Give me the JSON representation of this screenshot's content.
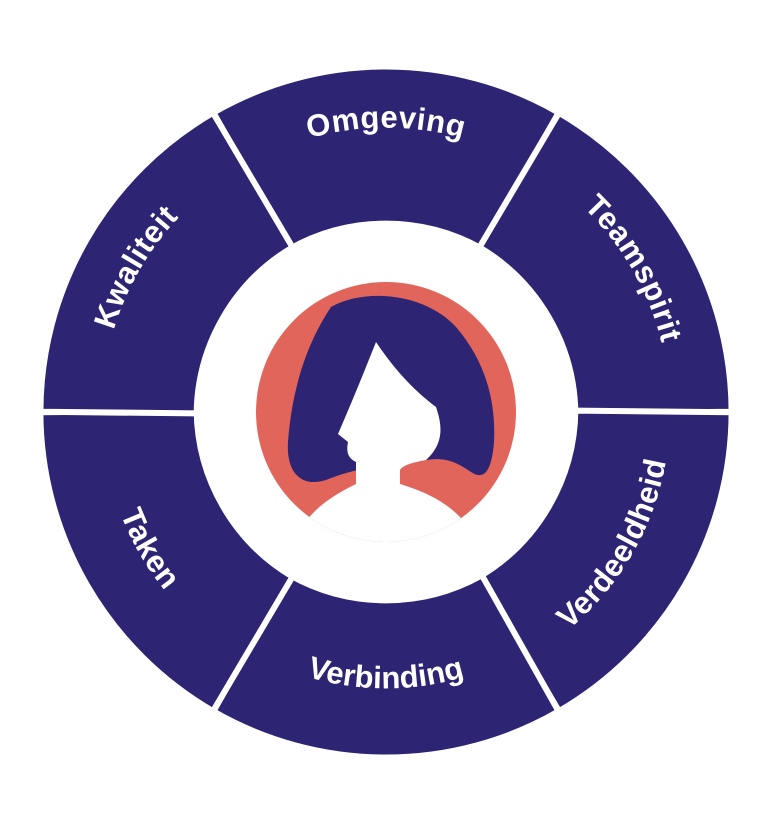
{
  "colors": {
    "segment_fill": "#2d2474",
    "center_circle": "#e2655b",
    "silhouette_hair": "#2d2474",
    "silhouette_face": "#ffffff",
    "background": "#ffffff"
  },
  "center_icon": "person-silhouette-icon",
  "segments": [
    {
      "label": "Omgeving"
    },
    {
      "label": "Teamspirit"
    },
    {
      "label": "Verdeeldheid"
    },
    {
      "label": "Verbinding"
    },
    {
      "label": "Taken"
    },
    {
      "label": "Kwaliteit"
    }
  ]
}
